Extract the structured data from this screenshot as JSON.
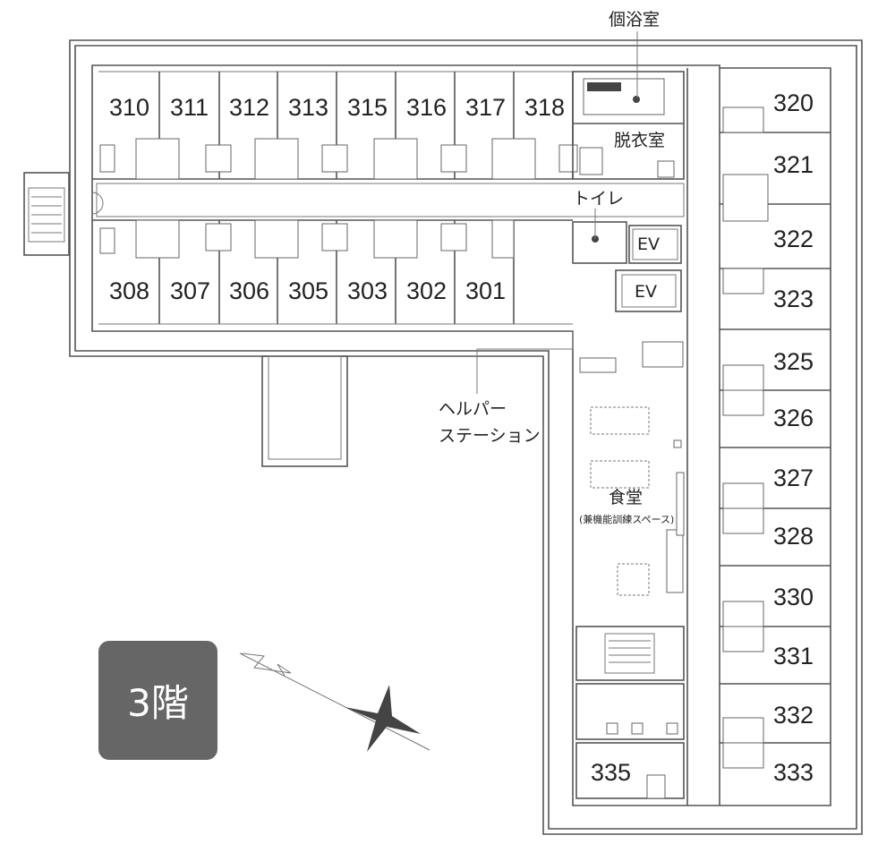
{
  "floor_label": "3階",
  "rooms_top": [
    "310",
    "311",
    "312",
    "313",
    "315",
    "316",
    "317",
    "318"
  ],
  "rooms_bottom": [
    "308",
    "307",
    "306",
    "305",
    "303",
    "302",
    "301"
  ],
  "rooms_right": [
    "320",
    "321",
    "322",
    "323",
    "325",
    "326",
    "327",
    "328",
    "330",
    "331",
    "332",
    "333"
  ],
  "room_335": "335",
  "labels": {
    "private_bath": "個浴室",
    "dressing_room": "脱衣室",
    "toilet": "トイレ",
    "elevator_1": "EV",
    "elevator_2": "EV",
    "helper_station_line1": "ヘルパー",
    "helper_station_line2": "ステーション",
    "dining": "食堂",
    "dining_sub": "(兼機能訓練スペース)"
  },
  "colors": {
    "badge": "#666666",
    "wall": "#555555"
  }
}
